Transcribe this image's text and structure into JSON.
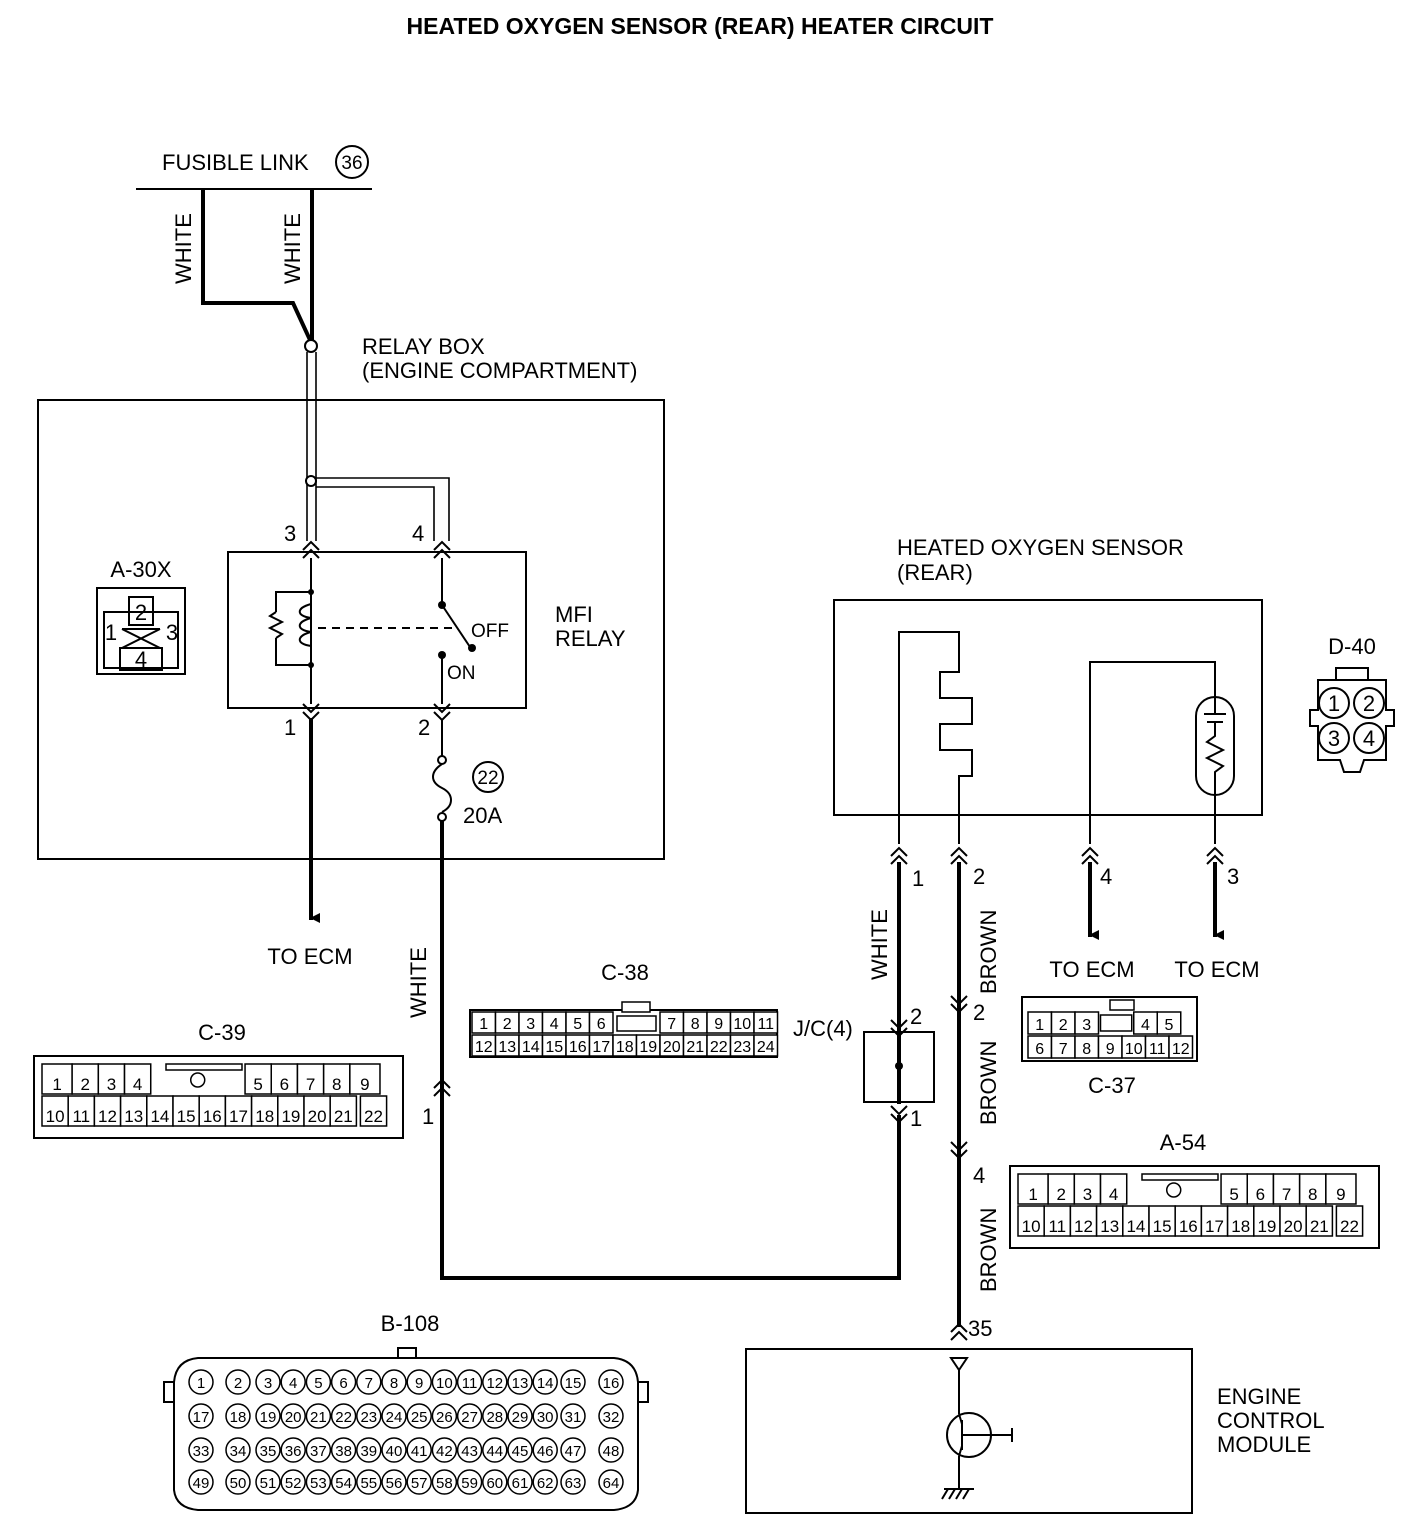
{
  "title": "HEATED OXYGEN SENSOR (REAR) HEATER CIRCUIT",
  "fusible_link": {
    "label": "FUSIBLE LINK",
    "number": "36"
  },
  "wire_colors": {
    "white": "WHITE",
    "brown": "BROWN"
  },
  "relay_box": {
    "line1": "RELAY BOX",
    "line2": "(ENGINE COMPARTMENT)"
  },
  "mfi_relay": {
    "line1": "MFI",
    "line2": "RELAY",
    "off": "OFF",
    "on": "ON"
  },
  "pins": {
    "relay_3": "3",
    "relay_4": "4",
    "relay_1": "1",
    "relay_2": "2",
    "c38_1": "1",
    "sensor_1": "1",
    "sensor_2": "2",
    "sensor_4": "4",
    "sensor_3": "3",
    "jc_2": "2",
    "jc_1": "1",
    "brown_2": "2",
    "brown_4": "4",
    "ecm_35": "35"
  },
  "fuse": {
    "number": "22",
    "rating": "20A"
  },
  "to_ecm": "TO ECM",
  "sensor": {
    "line1": "HEATED OXYGEN SENSOR",
    "line2": "(REAR)"
  },
  "junction": "J/C(4)",
  "ecm": {
    "line1": "ENGINE",
    "line2": "CONTROL",
    "line3": "MODULE"
  },
  "connectors": {
    "a30x": {
      "name": "A-30X",
      "pins": [
        "1",
        "2",
        "3",
        "4"
      ]
    },
    "d40": {
      "name": "D-40",
      "pins": [
        "1",
        "2",
        "3",
        "4"
      ]
    },
    "c38": {
      "name": "C-38",
      "row1": [
        "1",
        "2",
        "3",
        "4",
        "5",
        "6",
        "",
        "7",
        "8",
        "9",
        "10",
        "11"
      ],
      "row2": [
        "12",
        "13",
        "14",
        "15",
        "16",
        "17",
        "18",
        "19",
        "20",
        "21",
        "22",
        "23",
        "24"
      ]
    },
    "c37": {
      "name": "C-37",
      "row1": [
        "1",
        "2",
        "3",
        "",
        "4",
        "5"
      ],
      "row2": [
        "6",
        "7",
        "8",
        "9",
        "10",
        "11",
        "12"
      ]
    },
    "c39": {
      "name": "C-39",
      "row1": [
        "1",
        "2",
        "3",
        "4",
        "",
        "5",
        "6",
        "7",
        "8",
        "9"
      ],
      "row2": [
        "10",
        "11",
        "12",
        "13",
        "14",
        "15",
        "16",
        "17",
        "18",
        "19",
        "20",
        "21",
        "22"
      ]
    },
    "a54": {
      "name": "A-54",
      "row1": [
        "1",
        "2",
        "3",
        "4",
        "",
        "5",
        "6",
        "7",
        "8",
        "9"
      ],
      "row2": [
        "10",
        "11",
        "12",
        "13",
        "14",
        "15",
        "16",
        "17",
        "18",
        "19",
        "20",
        "21",
        "22"
      ]
    },
    "b108": {
      "name": "B-108",
      "rows": [
        [
          "1",
          "2",
          "3",
          "4",
          "5",
          "6",
          "7",
          "8",
          "9",
          "10",
          "11",
          "12",
          "13",
          "14",
          "15",
          "16"
        ],
        [
          "17",
          "18",
          "19",
          "20",
          "21",
          "22",
          "23",
          "24",
          "25",
          "26",
          "27",
          "28",
          "29",
          "30",
          "31",
          "32"
        ],
        [
          "33",
          "34",
          "35",
          "36",
          "37",
          "38",
          "39",
          "40",
          "41",
          "42",
          "43",
          "44",
          "45",
          "46",
          "47",
          "48"
        ],
        [
          "49",
          "50",
          "51",
          "52",
          "53",
          "54",
          "55",
          "56",
          "57",
          "58",
          "59",
          "60",
          "61",
          "62",
          "63",
          "64"
        ]
      ]
    }
  }
}
